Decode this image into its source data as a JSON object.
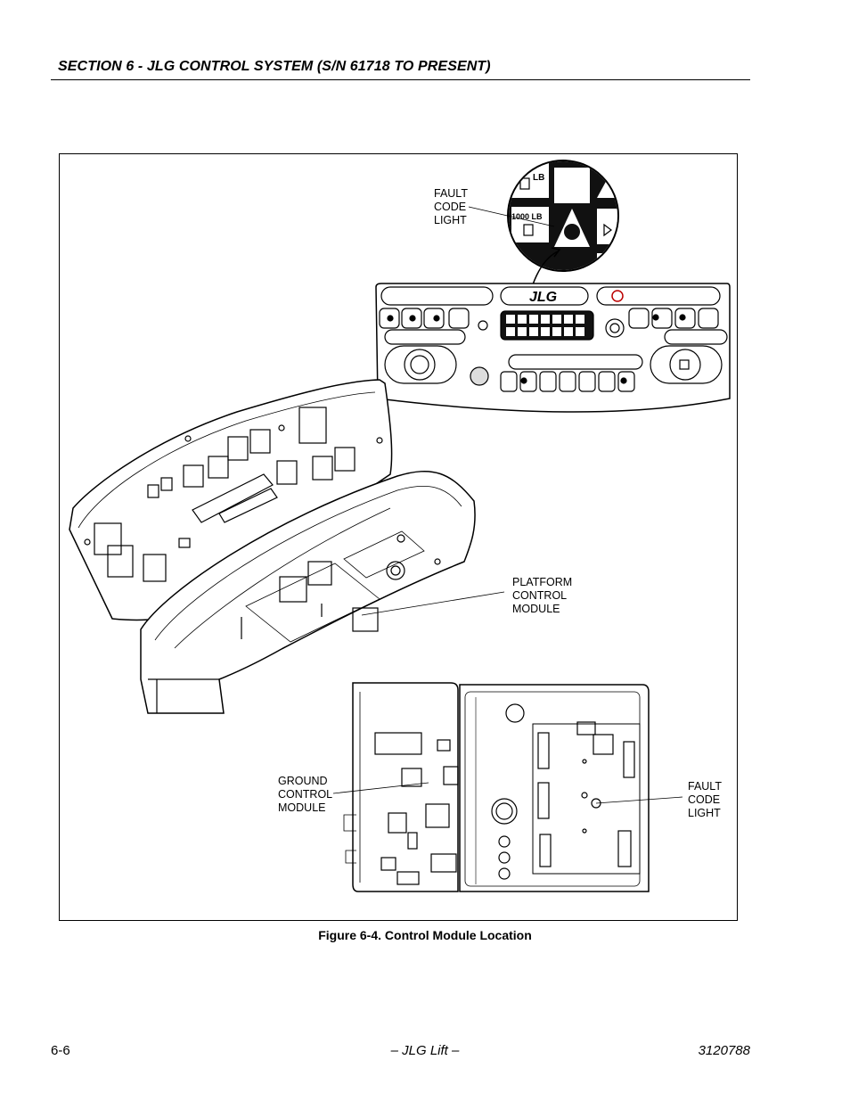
{
  "header": {
    "section_title": "SECTION 6 - JLG CONTROL SYSTEM (S/N 61718 TO PRESENT)"
  },
  "figure": {
    "callouts": {
      "fault_code_light_top": "FAULT\nCODE\nLIGHT",
      "platform_control_module": "PLATFORM\nCONTROL\nMODULE",
      "ground_control_module": "GROUND\nCONTROL\nMODULE",
      "fault_code_light_bottom": "FAULT\nCODE\nLIGHT"
    },
    "panel_text": {
      "logo": "JLG",
      "load_label_upper": "LB",
      "load_label_lower": "1000 LB"
    },
    "caption": "Figure 6-4.  Control Module Location"
  },
  "footer": {
    "page_number": "6-6",
    "center_text": "– JLG Lift –",
    "doc_number": "3120788"
  }
}
